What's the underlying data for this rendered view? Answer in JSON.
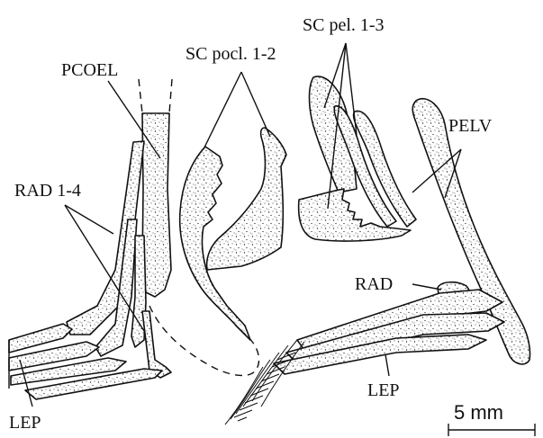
{
  "labels": {
    "pcoel": "PCOEL",
    "sc_pocl": "SC pocl. 1-2",
    "sc_pel": "SC pel. 1-3",
    "pelv": "PELV",
    "rad_1_4": "RAD 1-4",
    "rad": "RAD",
    "lep_left": "LEP",
    "lep_right": "LEP",
    "scale": "5 mm"
  },
  "colors": {
    "ink": "#111111",
    "background": "#ffffff",
    "stipple": "#2a2a2a"
  }
}
